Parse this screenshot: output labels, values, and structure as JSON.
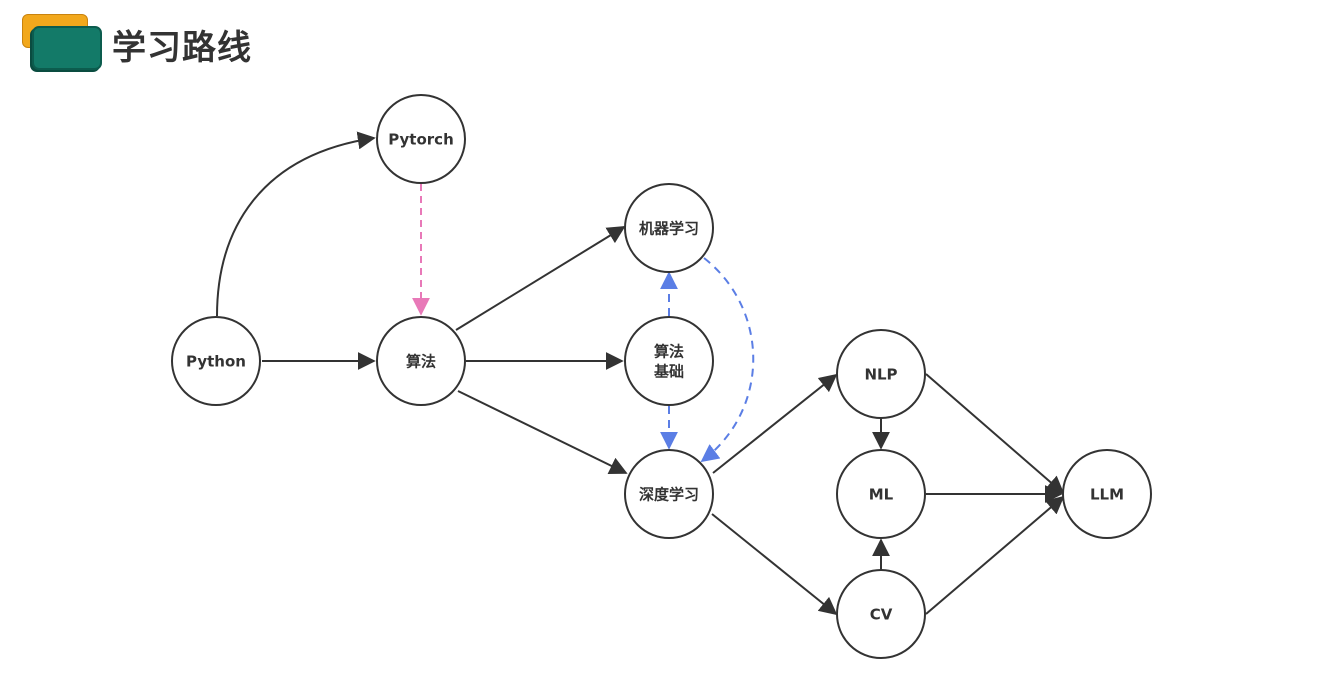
{
  "header": {
    "title": "学习路线"
  },
  "colors": {
    "logo_back": "#f2a81c",
    "logo_front": "#137a68",
    "node_stroke": "#333333",
    "edge_default": "#333333",
    "edge_pink": "#e879b8",
    "edge_blue": "#5b7ee5"
  },
  "nodes": {
    "pytorch": {
      "label": "Pytorch"
    },
    "python": {
      "label": "Python"
    },
    "algorithm": {
      "label": "算法"
    },
    "ml_learning": {
      "label": "机器学习"
    },
    "algo_basics": {
      "line1": "算法",
      "line2": "基础"
    },
    "deep_learning": {
      "label": "深度学习"
    },
    "nlp": {
      "label": "NLP"
    },
    "ml": {
      "label": "ML"
    },
    "cv": {
      "label": "CV"
    },
    "llm": {
      "label": "LLM"
    }
  },
  "edges": [
    {
      "from": "Python",
      "to": "Pytorch",
      "style": "solid"
    },
    {
      "from": "Python",
      "to": "算法",
      "style": "solid"
    },
    {
      "from": "Pytorch",
      "to": "算法",
      "style": "dashed-pink"
    },
    {
      "from": "算法",
      "to": "机器学习",
      "style": "solid"
    },
    {
      "from": "算法",
      "to": "算法基础",
      "style": "solid"
    },
    {
      "from": "算法",
      "to": "深度学习",
      "style": "solid"
    },
    {
      "from": "算法基础",
      "to": "机器学习",
      "style": "dashed-blue"
    },
    {
      "from": "算法基础",
      "to": "深度学习",
      "style": "dashed-blue"
    },
    {
      "from": "机器学习",
      "to": "深度学习",
      "style": "dashed-blue"
    },
    {
      "from": "深度学习",
      "to": "NLP",
      "style": "solid"
    },
    {
      "from": "深度学习",
      "to": "CV",
      "style": "solid"
    },
    {
      "from": "NLP",
      "to": "ML",
      "style": "solid"
    },
    {
      "from": "CV",
      "to": "ML",
      "style": "solid"
    },
    {
      "from": "NLP",
      "to": "LLM",
      "style": "solid"
    },
    {
      "from": "ML",
      "to": "LLM",
      "style": "solid"
    },
    {
      "from": "CV",
      "to": "LLM",
      "style": "solid"
    }
  ]
}
